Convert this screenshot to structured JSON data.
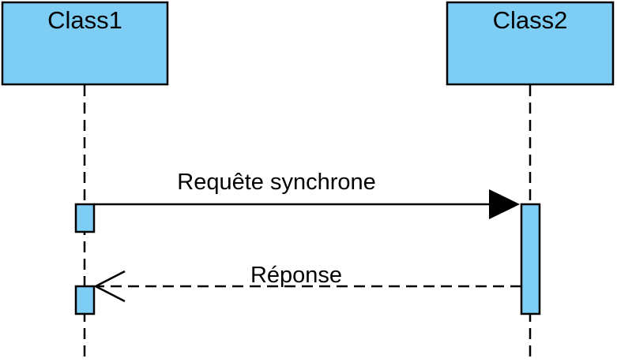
{
  "diagram": {
    "type": "sequence",
    "lifelines": [
      {
        "name": "Class1"
      },
      {
        "name": "Class2"
      }
    ],
    "messages": [
      {
        "label": "Requête synchrone",
        "from": "Class1",
        "to": "Class2",
        "kind": "synchronous",
        "arrowhead": "filled-triangle",
        "line": "solid"
      },
      {
        "label": "Réponse",
        "from": "Class2",
        "to": "Class1",
        "kind": "reply",
        "arrowhead": "open",
        "line": "dashed"
      }
    ]
  },
  "colors": {
    "lifeline_fill": "#7dcdf5",
    "activation_fill": "#7dcdf5",
    "stroke": "#000000",
    "background": "#ffffff"
  }
}
